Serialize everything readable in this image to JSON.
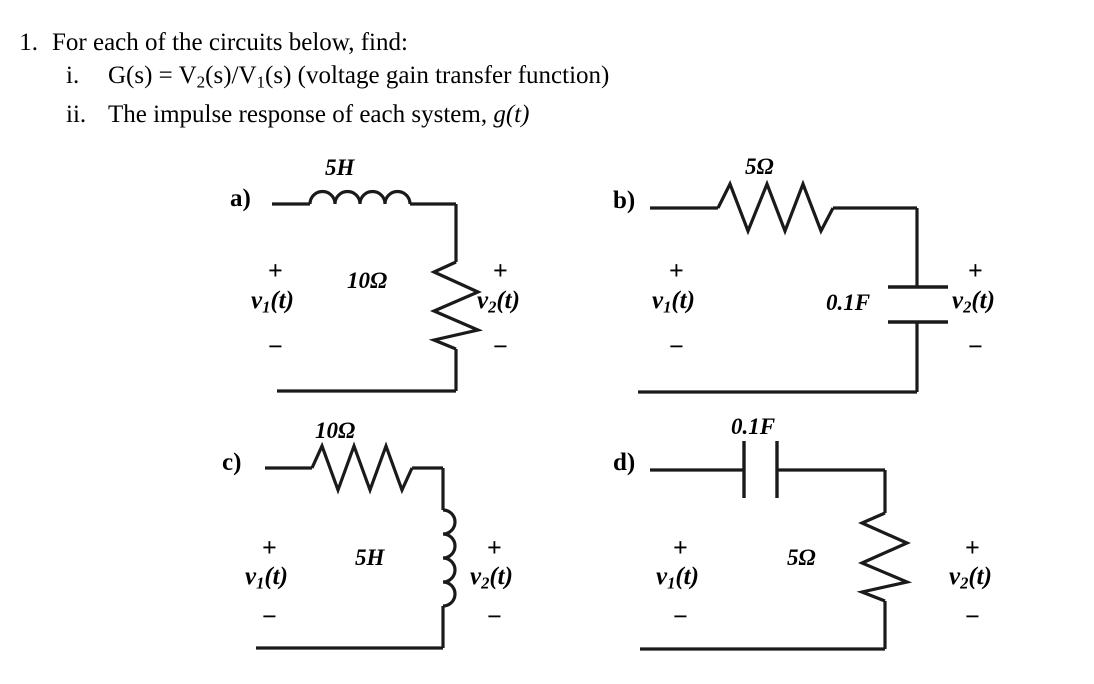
{
  "document": {
    "type": "homework-problem",
    "problem_number": "1.",
    "prompt": "For each of the circuits below, find:",
    "subparts": [
      {
        "marker": "i.",
        "text_pre": "G(s) = V",
        "sub1": "2",
        "text_mid": "(s)/V",
        "sub2": "1",
        "text_post": "(s) (voltage gain transfer function)",
        "full_text": "G(s) = V2(s)/V1(s) (voltage gain transfer function)"
      },
      {
        "marker": "ii.",
        "text_pre": "The impulse response of each system, ",
        "italic_tail": "g(t)",
        "full_text": "The impulse response of each system, g(t)"
      }
    ]
  },
  "colors": {
    "ink": "#1a1a1a",
    "background": "#ffffff",
    "text": "#000000"
  },
  "circuits": [
    {
      "id": "a",
      "label": "a)",
      "series_element": {
        "kind": "inductor",
        "orientation": "horizontal",
        "value": "5H"
      },
      "shunt_element": {
        "kind": "resistor",
        "orientation": "vertical",
        "value": "10Ω"
      },
      "input_label": "v",
      "input_sub": "1",
      "input_suffix": "(t)",
      "output_label": "v",
      "output_sub": "2",
      "output_suffix": "(t)",
      "plus_sign": "+",
      "minus_sign": "−"
    },
    {
      "id": "b",
      "label": "b)",
      "series_element": {
        "kind": "resistor",
        "orientation": "horizontal",
        "value": "5Ω"
      },
      "shunt_element": {
        "kind": "capacitor",
        "orientation": "vertical",
        "value": "0.1F"
      },
      "input_label": "v",
      "input_sub": "1",
      "input_suffix": "(t)",
      "output_label": "v",
      "output_sub": "2",
      "output_suffix": "(t)",
      "plus_sign": "+",
      "minus_sign": "−"
    },
    {
      "id": "c",
      "label": "c)",
      "series_element": {
        "kind": "resistor",
        "orientation": "horizontal",
        "value": "10Ω"
      },
      "shunt_element": {
        "kind": "inductor",
        "orientation": "vertical",
        "value": "5H"
      },
      "input_label": "v",
      "input_sub": "1",
      "input_suffix": "(t)",
      "output_label": "v",
      "output_sub": "2",
      "output_suffix": "(t)",
      "plus_sign": "+",
      "minus_sign": "−"
    },
    {
      "id": "d",
      "label": "d)",
      "series_element": {
        "kind": "capacitor",
        "orientation": "horizontal",
        "value": "0.1F"
      },
      "shunt_element": {
        "kind": "resistor",
        "orientation": "vertical",
        "value": "5Ω"
      },
      "input_label": "v",
      "input_sub": "1",
      "input_suffix": "(t)",
      "output_label": "v",
      "output_sub": "2",
      "output_suffix": "(t)",
      "plus_sign": "+",
      "minus_sign": "−"
    }
  ]
}
